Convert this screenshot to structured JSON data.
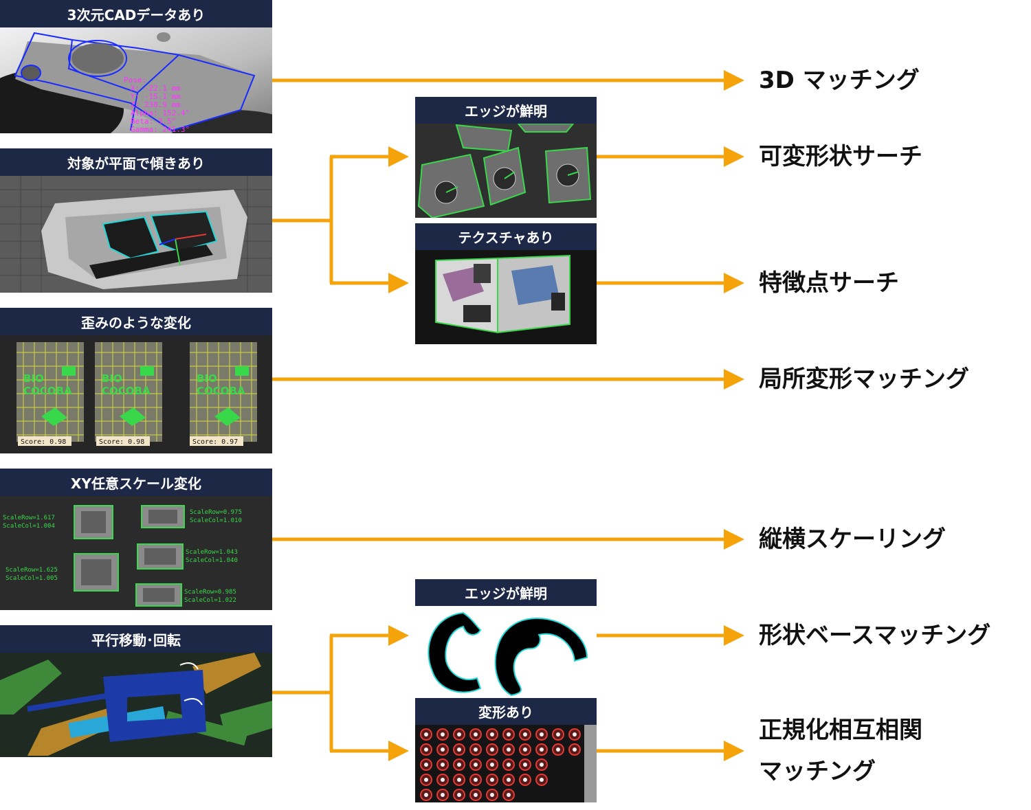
{
  "conditions": {
    "cad": "3次元CADデータあり",
    "tilt": "対象が平面で傾きあり",
    "distortion": "歪みのような変化",
    "xy_scale": "XY任意スケール変化",
    "translation": "平行移動･回転"
  },
  "sub_conditions": {
    "edge_upper": "エッジが鮮明",
    "texture": "テクスチャあり",
    "edge_lower": "エッジが鮮明",
    "deform": "変形あり"
  },
  "methods": {
    "m3d": "3D マッチング",
    "deformable": "可変形状サーチ",
    "feature": "特徴点サーチ",
    "local_deform": "局所変形マッチング",
    "aniso_scale": "縦横スケーリング",
    "shape": "形状ベースマッチング",
    "ncc_line1": "正規化相互相関",
    "ncc_line2": "マッチング"
  },
  "image_text": {
    "pose": [
      "Pose:",
      "X: -22.1 mm",
      "Y: -15.1 mm",
      "Z: 238.9 mm",
      "Alpha: 152.4°",
      "Beta: 3.5°",
      "Gamma: 241.3°"
    ],
    "scores": [
      "Score: 0.98",
      "Score: 0.98",
      "Score: 0.97"
    ],
    "bio": [
      "BIO",
      "COCOBA"
    ],
    "scale_labels": [
      [
        "ScaleRow=1.617",
        "ScaleCol=1.004"
      ],
      [
        "ScaleRow=0.975",
        "ScaleCol=1.010"
      ],
      [
        "ScaleRow=1.043",
        "ScaleCol=1.040"
      ],
      [
        "ScaleRow=1.625",
        "ScaleCol=1.005"
      ],
      [
        "ScaleRow=0.985",
        "ScaleCol=1.022"
      ]
    ]
  },
  "colors": {
    "header_bg": "#1d2847",
    "arrow": "#f5a30a",
    "match_green": "#39d84a",
    "cad_blue": "#1a2bff",
    "pose_magenta": "#ff33ff",
    "contour_cyan": "#22d6d6",
    "grid_yellow": "#e0e43a"
  }
}
